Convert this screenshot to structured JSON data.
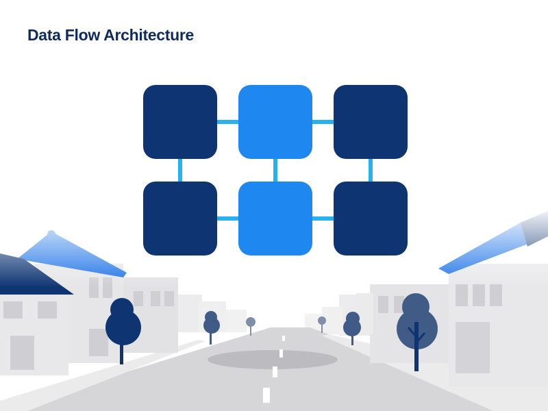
{
  "header": {
    "title": "Data Flow Architecture"
  },
  "palette": {
    "node_dark": "#0e3472",
    "node_light": "#1e88f0",
    "connector": "#27b2ee",
    "roof": "#1f74e6",
    "roof_dark": "#0e3472",
    "tree": "#3f5b86",
    "road": "#d6d6d8",
    "building": "#e6e6e8"
  },
  "diagram": {
    "grid": {
      "rows": 2,
      "cols": 3
    },
    "nodes": [
      {
        "id": "n1",
        "row": 0,
        "col": 0,
        "tone": "dark"
      },
      {
        "id": "n2",
        "row": 0,
        "col": 1,
        "tone": "light"
      },
      {
        "id": "n3",
        "row": 0,
        "col": 2,
        "tone": "dark"
      },
      {
        "id": "n4",
        "row": 1,
        "col": 0,
        "tone": "dark"
      },
      {
        "id": "n5",
        "row": 1,
        "col": 1,
        "tone": "light"
      },
      {
        "id": "n6",
        "row": 1,
        "col": 2,
        "tone": "dark"
      }
    ],
    "links": [
      [
        "n1",
        "n2"
      ],
      [
        "n2",
        "n3"
      ],
      [
        "n4",
        "n5"
      ],
      [
        "n5",
        "n6"
      ],
      [
        "n1",
        "n4"
      ],
      [
        "n2",
        "n5"
      ],
      [
        "n3",
        "n6"
      ]
    ]
  },
  "background_icons": [
    "house-icon",
    "tree-icon",
    "road-icon",
    "building-icon"
  ]
}
